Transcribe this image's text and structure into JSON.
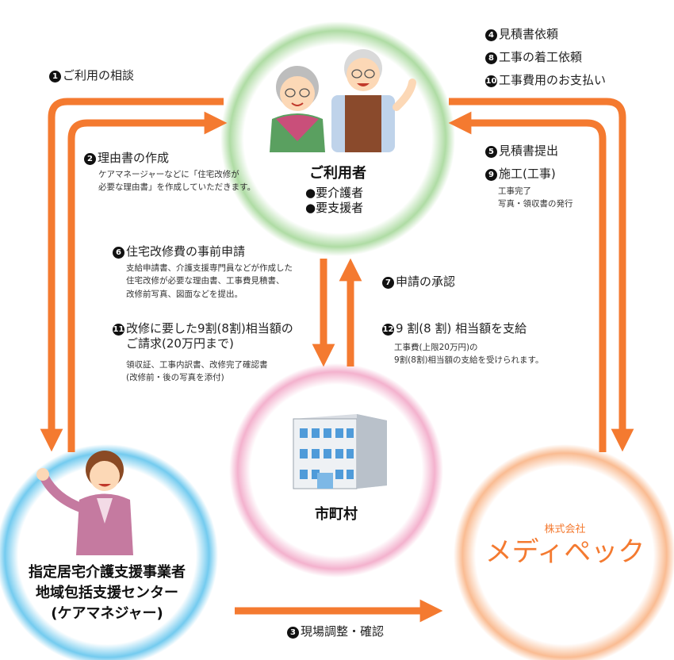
{
  "colors": {
    "arrow": "#f47a30",
    "user_ring": "#a6d89a",
    "city_ring": "#f2a9c8",
    "care_ring": "#6cc8ee",
    "company_ring": "#f9b486",
    "company_text": "#f47a30"
  },
  "nodes": {
    "user": {
      "title": "ご利用者",
      "lines": [
        "●要介護者",
        "●要支援者"
      ]
    },
    "city": {
      "title": "市町村"
    },
    "care": {
      "lines": [
        "指定居宅介護支援事業者",
        "地域包括支援センター",
        "(ケアマネジャー)"
      ]
    },
    "company": {
      "prefix": "株式会社",
      "name": "メディペック"
    }
  },
  "steps": {
    "s1": {
      "num": "1",
      "text": "ご利用の相談"
    },
    "s2": {
      "num": "2",
      "text": "理由書の作成",
      "notes": [
        "ケアマネージャーなどに「住宅改修が",
        "必要な理由書」を作成していただきます。"
      ]
    },
    "s3": {
      "num": "3",
      "text": "現場調整・確認"
    },
    "s4": {
      "num": "4",
      "text": "見積書依頼"
    },
    "s5": {
      "num": "5",
      "text": "見積書提出"
    },
    "s6": {
      "num": "6",
      "text": "住宅改修費の事前申請",
      "notes": [
        "支給申請書、介護支援専門員などが作成した",
        "住宅改修が必要な理由書、工事費見積書、",
        "改修前写真、図面などを提出。"
      ]
    },
    "s7": {
      "num": "7",
      "text": "申請の承認"
    },
    "s8": {
      "num": "8",
      "text": "工事の着工依頼"
    },
    "s9": {
      "num": "9",
      "text": "施工(工事)",
      "notes": [
        "工事完了",
        "写真・領収書の発行"
      ]
    },
    "s10": {
      "num": "10",
      "text": "工事費用のお支払い"
    },
    "s11": {
      "num": "11",
      "text": "改修に要した9割(8割)相当額の",
      "text2": "ご請求(20万円まで)",
      "notes": [
        "領収証、工事内訳書、改修完了確認書",
        "(改修前・後の写真を添付)"
      ]
    },
    "s12": {
      "num": "12",
      "text": "9 割(8 割) 相当額を支給",
      "notes": [
        "工事費(上限20万円)の",
        "9割(8割)相当額の支給を受けられます。"
      ]
    }
  }
}
